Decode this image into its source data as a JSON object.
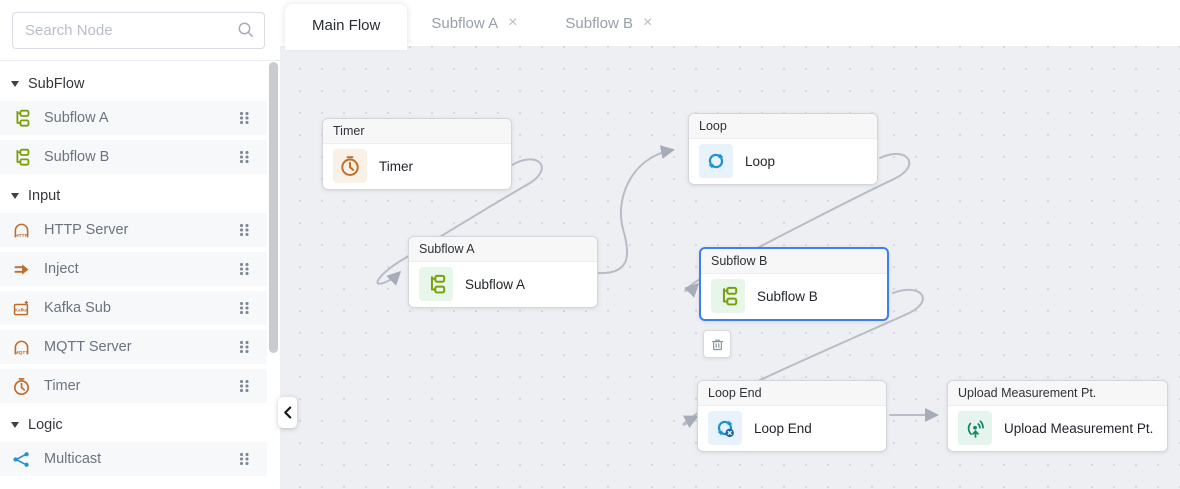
{
  "colors": {
    "accent_selected": "#3b7ff0",
    "wire": "#b7bcc6",
    "icon_orange": "#bf6e2a",
    "icon_green": "#7d9d0a",
    "icon_blue": "#2090d0",
    "icon_teal": "#12896b",
    "canvas_bg": "#edeff3"
  },
  "icons": {
    "close": "×"
  },
  "sidebar": {
    "search_placeholder": "Search Node",
    "sections": [
      {
        "label": "SubFlow",
        "items": [
          {
            "label": "Subflow A",
            "icon": "subflow-icon"
          },
          {
            "label": "Subflow B",
            "icon": "subflow-icon"
          }
        ]
      },
      {
        "label": "Input",
        "items": [
          {
            "label": "HTTP Server",
            "icon": "http-server-icon"
          },
          {
            "label": "Inject",
            "icon": "inject-icon"
          },
          {
            "label": "Kafka Sub",
            "icon": "kafka-icon"
          },
          {
            "label": "MQTT Server",
            "icon": "mqtt-server-icon"
          },
          {
            "label": "Timer",
            "icon": "timer-icon"
          }
        ]
      },
      {
        "label": "Logic",
        "items": [
          {
            "label": "Multicast",
            "icon": "multicast-icon"
          }
        ]
      }
    ]
  },
  "tabs": [
    {
      "label": "Main Flow",
      "active": true,
      "closable": false
    },
    {
      "label": "Subflow A",
      "active": false,
      "closable": true
    },
    {
      "label": "Subflow B",
      "active": false,
      "closable": true
    }
  ],
  "canvas": {
    "nodes": [
      {
        "title": "Timer",
        "label": "Timer",
        "icon": "timer-icon",
        "selected": false
      },
      {
        "title": "Loop",
        "label": "Loop",
        "icon": "loop-icon",
        "selected": false
      },
      {
        "title": "Subflow A",
        "label": "Subflow A",
        "icon": "subflow-icon",
        "selected": false
      },
      {
        "title": "Subflow B",
        "label": "Subflow B",
        "icon": "subflow-icon",
        "selected": true
      },
      {
        "title": "Loop End",
        "label": "Loop End",
        "icon": "loop-end-icon",
        "selected": false
      },
      {
        "title": "Upload Measurement Pt.",
        "label": "Upload Measurement Pt.",
        "icon": "upload-measurement-icon",
        "selected": false
      }
    ],
    "connections": [
      {
        "from": "Timer",
        "to": "Subflow A"
      },
      {
        "from": "Subflow A",
        "to": "Loop"
      },
      {
        "from": "Loop",
        "to": "Subflow B"
      },
      {
        "from": "Subflow B",
        "to": "Loop End"
      },
      {
        "from": "Loop End",
        "to": "Upload Measurement Pt."
      }
    ]
  }
}
